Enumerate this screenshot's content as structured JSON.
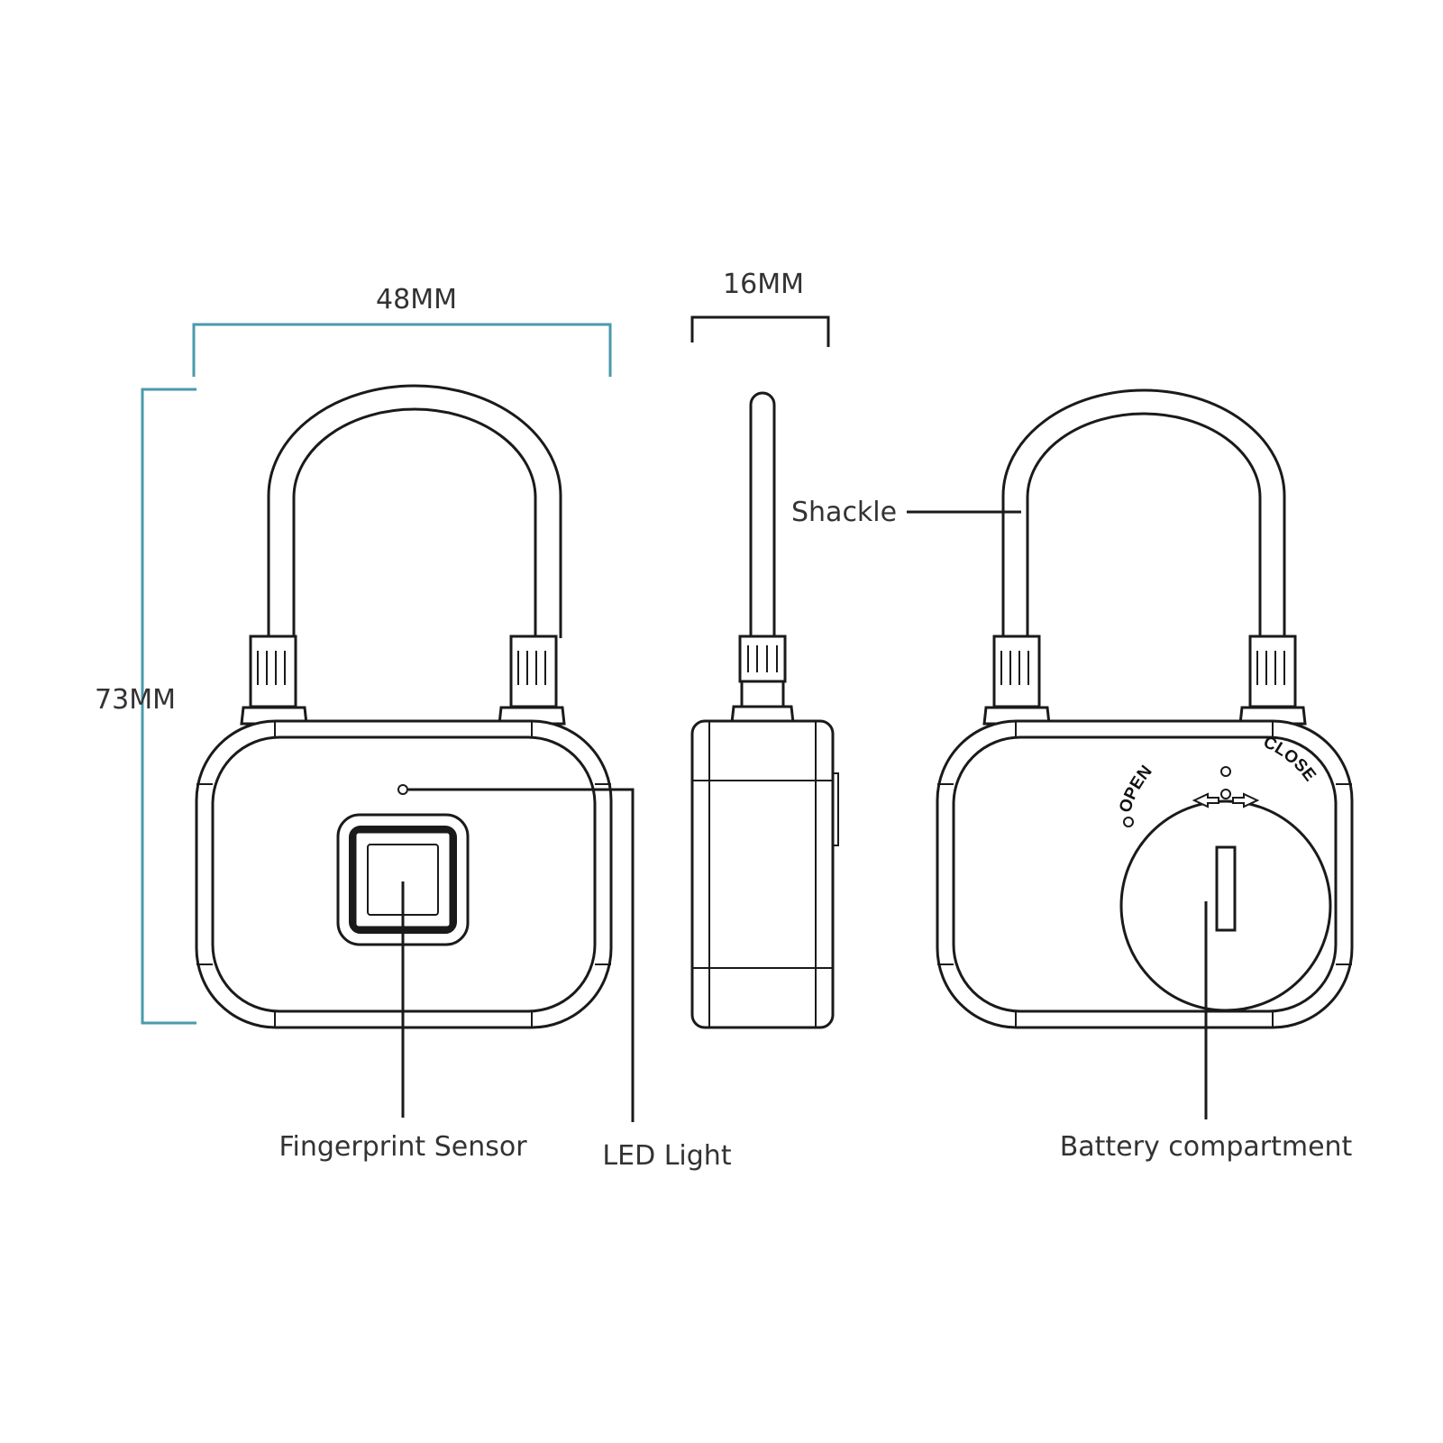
{
  "dimensions": {
    "width": "48MM",
    "depth": "16MM",
    "height": "73MM"
  },
  "callouts": {
    "shackle": "Shackle",
    "fingerprint_sensor": "Fingerprint Sensor",
    "led_light": "LED Light",
    "battery_compartment": "Battery compartment"
  },
  "battery_cover": {
    "open": "OPEN",
    "close": "CLOSE"
  },
  "colors": {
    "dimension_lines": "#4a9aac",
    "outline": "#1a1a1a"
  }
}
